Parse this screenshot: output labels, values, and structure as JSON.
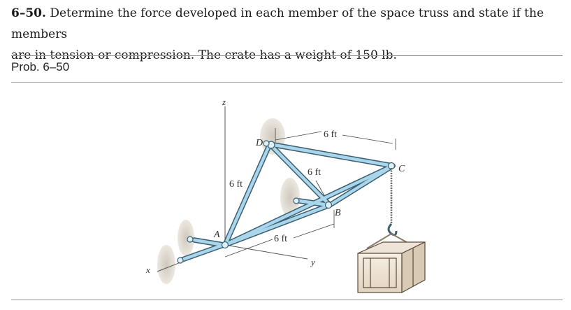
{
  "problem": {
    "number": "6–50.",
    "text_line1": "Determine the force developed in each member of the space truss and state if the members",
    "text_line2": "are in tension or compression. The crate has a weight of 150 lb."
  },
  "prob_label": "Prob. 6–50",
  "figure": {
    "axis_z": "z",
    "axis_x": "x",
    "axis_y": "y",
    "point_A": "A",
    "point_B": "B",
    "point_C": "C",
    "point_D": "D",
    "dim_top": "6 ft",
    "dim_left": "6 ft",
    "dim_mid": "6 ft",
    "dim_bottom": "6 ft"
  }
}
